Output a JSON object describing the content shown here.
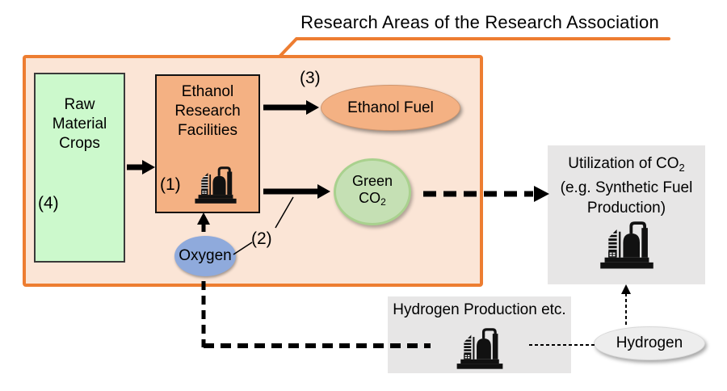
{
  "title": "Research Areas of the Research Association",
  "markers": {
    "m1": "(1)",
    "m2": "(2)",
    "m3": "(3)",
    "m4": "(4)"
  },
  "nodes": {
    "raw_material_crops": {
      "lines": [
        "Raw",
        "Material",
        "Crops"
      ]
    },
    "ethanol_research_facilities": {
      "lines": [
        "Ethanol",
        "Research",
        "Facilities"
      ],
      "icon": "factory-icon"
    },
    "ethanol_fuel": {
      "label": "Ethanol Fuel"
    },
    "green_co2": {
      "line1": "Green",
      "formula_base": "CO",
      "formula_sub": "2"
    },
    "oxygen": {
      "label": "Oxygen"
    },
    "co2_utilization": {
      "line1_base": "Utilization of CO",
      "line1_sub": "2",
      "line2": "(e.g. Synthetic Fuel",
      "line3": "Production)",
      "icon": "factory-icon"
    },
    "hydrogen_production": {
      "label": "Hydrogen Production etc.",
      "icon": "factory-icon"
    },
    "hydrogen": {
      "label": "Hydrogen"
    }
  },
  "edges": [
    {
      "from": "raw_material_crops",
      "to": "ethanol_research_facilities",
      "style": "solid-arrow"
    },
    {
      "from": "ethanol_research_facilities",
      "to": "ethanol_fuel",
      "style": "solid-arrow"
    },
    {
      "from": "ethanol_research_facilities",
      "to": "green_co2",
      "style": "solid-arrow"
    },
    {
      "from": "green_co2",
      "to": "co2_utilization",
      "style": "bold-dashed-arrow"
    },
    {
      "from": "hydrogen_production",
      "to": "ethanol_research_facilities",
      "via": "oxygen",
      "style": "bold-dashed-arrow"
    },
    {
      "from": "hydrogen_production",
      "to": "hydrogen",
      "style": "thin-dotted-line"
    },
    {
      "from": "hydrogen",
      "to": "co2_utilization",
      "style": "thin-dotted-arrow"
    }
  ],
  "colors": {
    "research_area_outline": "#ED7D31",
    "research_area_fill": "#FBE5D6",
    "crops_fill": "#CCF9CC",
    "facility_fill": "#F4B183",
    "green_co2_fill": "#C5E0B4",
    "green_co2_border": "#A9D18E",
    "oxygen_fill": "#8FAADC",
    "gray_box_fill": "#E7E6E6",
    "hydrogen_fill": "#EDEDED"
  }
}
